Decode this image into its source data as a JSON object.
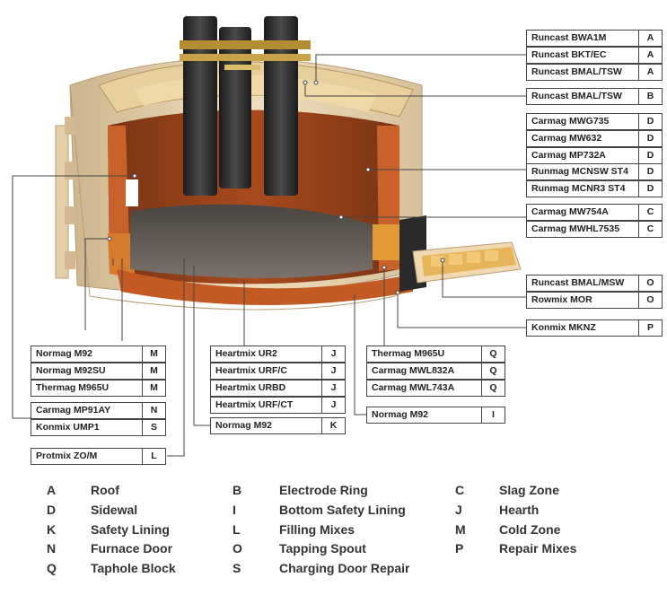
{
  "labels": {
    "right": [
      {
        "name": "Runcast BWA1M",
        "code": "A"
      },
      {
        "name": "Runcast BKT/EC",
        "code": "A"
      },
      {
        "name": "Runcast BMAL/TSW",
        "code": "A"
      },
      {
        "name": "Runcast BMAL/TSW",
        "code": "B"
      },
      {
        "name": "Carmag MWG735",
        "code": "D"
      },
      {
        "name": "Carmag MW632",
        "code": "D"
      },
      {
        "name": "Carmag MP732A",
        "code": "D"
      },
      {
        "name": "Runmag MCNSW ST4",
        "code": "D"
      },
      {
        "name": "Runmag MCNR3 ST4",
        "code": "D"
      },
      {
        "name": "Carmag MW754A",
        "code": "C"
      },
      {
        "name": "Carmag MWHL7535",
        "code": "C"
      },
      {
        "name": "Runcast BMAL/MSW",
        "code": "O"
      },
      {
        "name": "Rowmix MOR",
        "code": "O"
      },
      {
        "name": "Konmix MKNZ",
        "code": "P"
      }
    ],
    "bottom_left": [
      {
        "name": "Normag M92",
        "code": "M"
      },
      {
        "name": "Normag M92SU",
        "code": "M"
      },
      {
        "name": "Thermag M965U",
        "code": "M"
      },
      {
        "name": "Carmag MP91AY",
        "code": "N"
      },
      {
        "name": "Konmix UMP1",
        "code": "S"
      },
      {
        "name": "Protmix ZO/M",
        "code": "L"
      }
    ],
    "bottom_mid": [
      {
        "name": "Heartmix UR2",
        "code": "J"
      },
      {
        "name": "Heartmix URF/C",
        "code": "J"
      },
      {
        "name": "Heartmix URBD",
        "code": "J"
      },
      {
        "name": "Heartmix URF/CT",
        "code": "J"
      },
      {
        "name": "Normag M92",
        "code": "K"
      }
    ],
    "bottom_right": [
      {
        "name": "Thermag M965U",
        "code": "Q"
      },
      {
        "name": "Carmag MWL832A",
        "code": "Q"
      },
      {
        "name": "Carmag MWL743A",
        "code": "Q"
      },
      {
        "name": "Normag M92",
        "code": "I"
      }
    ]
  },
  "legend": [
    {
      "code": "A",
      "term": "Roof"
    },
    {
      "code": "B",
      "term": "Electrode Ring"
    },
    {
      "code": "C",
      "term": "Slag Zone"
    },
    {
      "code": "D",
      "term": "Sidewal"
    },
    {
      "code": "I",
      "term": "Bottom Safety Lining"
    },
    {
      "code": "J",
      "term": "Hearth"
    },
    {
      "code": "K",
      "term": "Safety Lining"
    },
    {
      "code": "L",
      "term": "Filling Mixes"
    },
    {
      "code": "M",
      "term": "Cold Zone"
    },
    {
      "code": "N",
      "term": "Furnace Door"
    },
    {
      "code": "O",
      "term": "Tapping Spout"
    },
    {
      "code": "P",
      "term": "Repair Mixes"
    },
    {
      "code": "Q",
      "term": "Taphole Block"
    },
    {
      "code": "S",
      "term": "Charging Door Repair"
    }
  ],
  "colors": {
    "shell_cream": "#e6d2ae",
    "lining_orange": "#c8622a",
    "interior_brown": "#8a3e1a",
    "hearth_gray": "#5e5750",
    "electrode_black": "#2b2b2b",
    "line": "#444444"
  }
}
